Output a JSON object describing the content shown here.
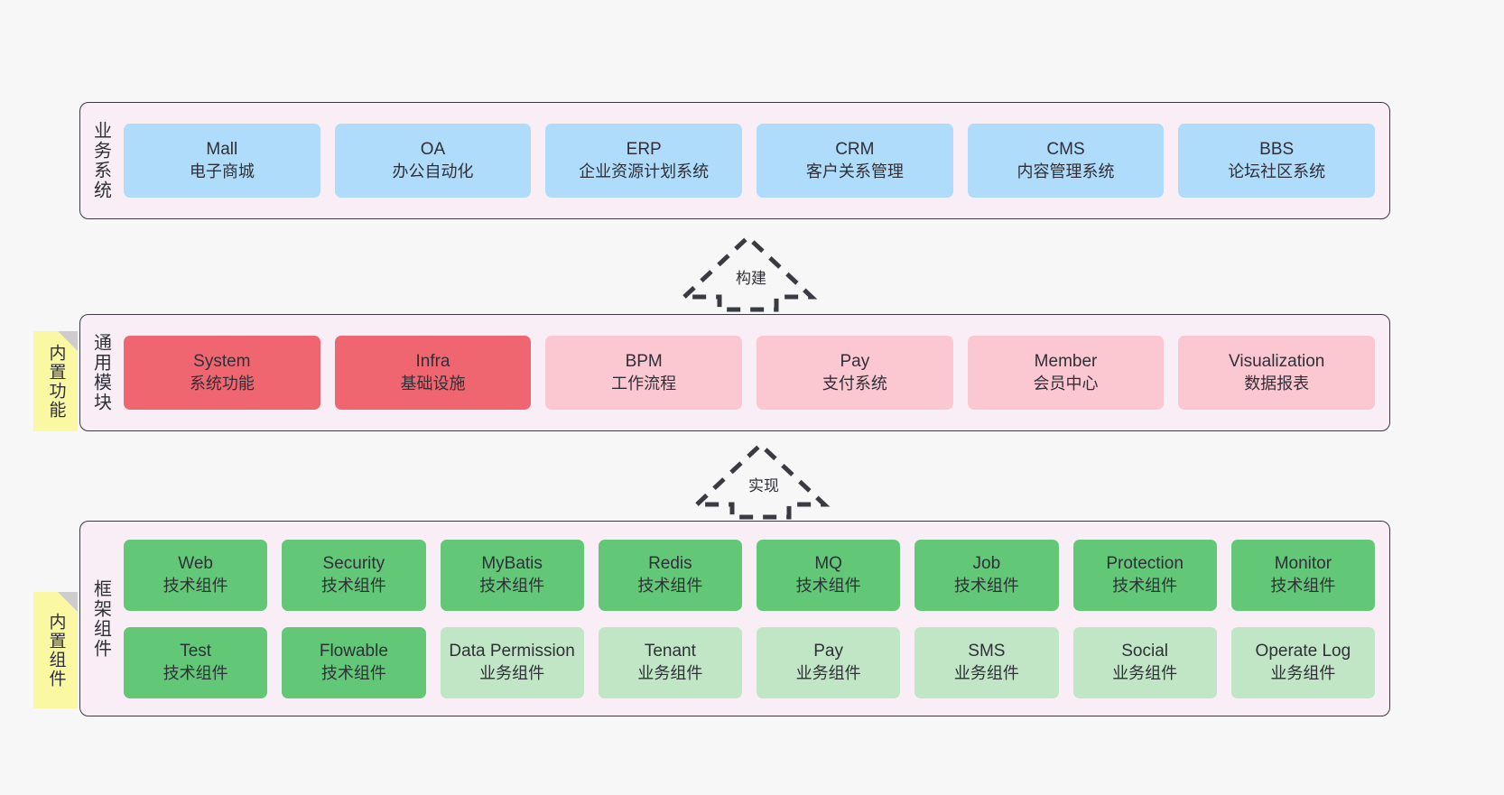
{
  "layers": [
    {
      "id": "business",
      "label": "业务系统",
      "rows": [
        {
          "boxes": [
            {
              "main": "Mall",
              "sub": "电子商城",
              "color": "blue"
            },
            {
              "main": "OA",
              "sub": "办公自动化",
              "color": "blue"
            },
            {
              "main": "ERP",
              "sub": "企业资源计划系统",
              "color": "blue"
            },
            {
              "main": "CRM",
              "sub": "客户关系管理",
              "color": "blue"
            },
            {
              "main": "CMS",
              "sub": "内容管理系统",
              "color": "blue"
            },
            {
              "main": "BBS",
              "sub": "论坛社区系统",
              "color": "blue"
            }
          ]
        }
      ]
    },
    {
      "id": "module",
      "label": "通用模块",
      "rows": [
        {
          "boxes": [
            {
              "main": "System",
              "sub": "系统功能",
              "color": "red"
            },
            {
              "main": "Infra",
              "sub": "基础设施",
              "color": "red"
            },
            {
              "main": "BPM",
              "sub": "工作流程",
              "color": "pink"
            },
            {
              "main": "Pay",
              "sub": "支付系统",
              "color": "pink"
            },
            {
              "main": "Member",
              "sub": "会员中心",
              "color": "pink"
            },
            {
              "main": "Visualization",
              "sub": "数据报表",
              "color": "pink"
            }
          ]
        }
      ]
    },
    {
      "id": "frame",
      "label": "框架组件",
      "rows": [
        {
          "boxes": [
            {
              "main": "Web",
              "sub": "技术组件",
              "color": "green"
            },
            {
              "main": "Security",
              "sub": "技术组件",
              "color": "green"
            },
            {
              "main": "MyBatis",
              "sub": "技术组件",
              "color": "green"
            },
            {
              "main": "Redis",
              "sub": "技术组件",
              "color": "green"
            },
            {
              "main": "MQ",
              "sub": "技术组件",
              "color": "green"
            },
            {
              "main": "Job",
              "sub": "技术组件",
              "color": "green"
            },
            {
              "main": "Protection",
              "sub": "技术组件",
              "color": "green"
            },
            {
              "main": "Monitor",
              "sub": "技术组件",
              "color": "green"
            }
          ]
        },
        {
          "boxes": [
            {
              "main": "Test",
              "sub": "技术组件",
              "color": "green"
            },
            {
              "main": "Flowable",
              "sub": "技术组件",
              "color": "green"
            },
            {
              "main": "Data Permission",
              "sub": "业务组件",
              "color": "lightgreen"
            },
            {
              "main": "Tenant",
              "sub": "业务组件",
              "color": "lightgreen"
            },
            {
              "main": "Pay",
              "sub": "业务组件",
              "color": "lightgreen"
            },
            {
              "main": "SMS",
              "sub": "业务组件",
              "color": "lightgreen"
            },
            {
              "main": "Social",
              "sub": "业务组件",
              "color": "lightgreen"
            },
            {
              "main": "Operate Log",
              "sub": "业务组件",
              "color": "lightgreen"
            }
          ]
        }
      ]
    }
  ],
  "sticky_notes": [
    {
      "id": "module",
      "label": "内置功能"
    },
    {
      "id": "frame",
      "label": "内置组件"
    }
  ],
  "arrows": [
    {
      "id": "build",
      "label": "构建"
    },
    {
      "id": "impl",
      "label": "实现"
    }
  ],
  "colors": {
    "canvas_bg": "#f7f7f7",
    "layer_bg": "#faeef6",
    "layer_border": "#3a3a42",
    "blue": "#aedcfa",
    "red": "#f06670",
    "pink": "#fbc7d1",
    "green": "#62c878",
    "lightgreen": "#c0e6c5",
    "sticky_yellow": "#fbf8a4",
    "sticky_fold": "#cdcdcd",
    "text": "#2f2f38"
  }
}
